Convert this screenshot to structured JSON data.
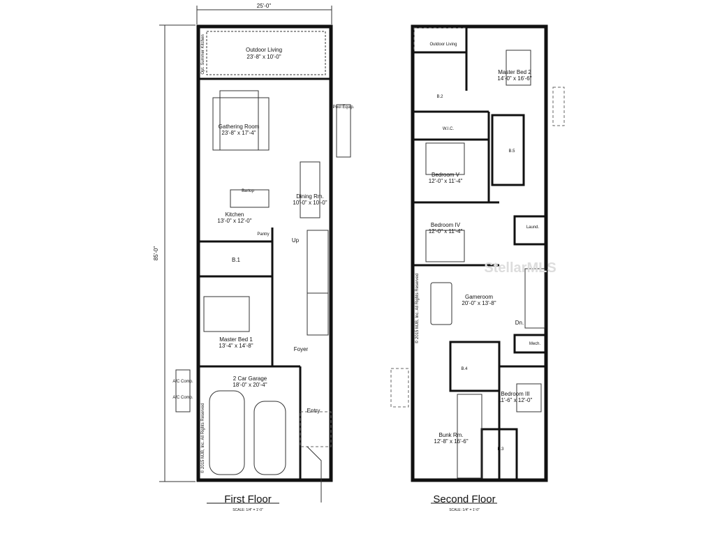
{
  "dimensions": {
    "width": "25'-0\"",
    "depth": "85'-0\""
  },
  "first_floor": {
    "title": "First Floor",
    "scale": "SCALE: 1/4\" = 1'-0\"",
    "rooms": [
      {
        "name": "Outdoor Living",
        "size": "23'-8\" x 10'-0\""
      },
      {
        "name": "Gathering Room",
        "size": "23'-8\" x 17'-4\""
      },
      {
        "name": "Dining Rm.",
        "size": "10'-0\" x 10'-0\""
      },
      {
        "name": "Kitchen",
        "size": "13'-0\" x 12'-0\""
      },
      {
        "name": "Master Bed 1",
        "size": "13'-4\" x 14'-8\""
      },
      {
        "name": "2 Car Garage",
        "size": "18'-0\" x 20'-4\""
      }
    ],
    "labels": {
      "summer_kitchen": "Opt. Summer Kitchen",
      "pool_equip": "Pool Equip.",
      "bartop": "Bartop",
      "pantry": "Pantry",
      "up": "Up",
      "b1": "B.1",
      "foyer": "Foyer",
      "entry": "Entry",
      "ac1": "A/C Comp.",
      "ac2": "A/C Comp."
    },
    "copyright": "© 2015 MJB, Inc. All Rights Reserved"
  },
  "second_floor": {
    "title": "Second Floor",
    "scale": "SCALE: 1/4\" = 1'-0\"",
    "rooms": [
      {
        "name": "Master Bed 2",
        "size": "14'-0\" x 16'-6\""
      },
      {
        "name": "Bedroom V",
        "size": "12'-0\" x 11'-4\""
      },
      {
        "name": "Bedroom IV",
        "size": "12'-0\" x 11'-4\""
      },
      {
        "name": "Gameroom",
        "size": "20'-0\" x 13'-8\""
      },
      {
        "name": "Bedroom III",
        "size": "11'-6\" x 12'-0\""
      },
      {
        "name": "Bunk Rm.",
        "size": "12'-8\" x 16'-6\""
      }
    ],
    "labels": {
      "outdoor_living": "Outdoor Living",
      "b2": "B.2",
      "wic": "W.I.C.",
      "b5": "B.5",
      "laundry": "Laund.",
      "dn": "Dn.",
      "mech": "Mech.",
      "b4": "B.4",
      "b3": "B.3"
    },
    "copyright": "© 2015 MJB, Inc. All Rights Reserved"
  },
  "watermark": "StellarMLS"
}
